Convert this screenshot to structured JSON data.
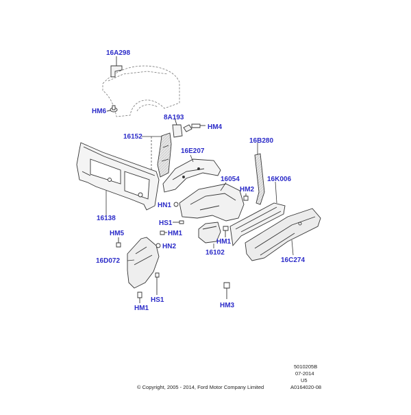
{
  "callouts": {
    "16A298": "16A298",
    "HM6": "HM6",
    "8A193": "8A193",
    "HM4": "HM4",
    "16152": "16152",
    "16E207": "16E207",
    "16B280": "16B280",
    "16054": "16054",
    "HM2": "HM2",
    "16K006": "16K006",
    "HN1": "HN1",
    "16138": "16138",
    "HS1_upper": "HS1",
    "HM1_mid": "HM1",
    "HM5": "HM5",
    "HN2": "HN2",
    "16D072": "16D072",
    "HM1_right": "HM1",
    "16102": "16102",
    "16C274": "16C274",
    "HS1_lower": "HS1",
    "HM1_lower": "HM1",
    "HM3": "HM3"
  },
  "footer": {
    "copyright": "© Copyright, 2005 - 2014, Ford Motor Company Limited",
    "ref_line1": "5010205B",
    "ref_line2": "07-2014",
    "ref_line3": "U5",
    "ref_line4": "A0164020-08"
  },
  "colors": {
    "callout_text": "#2b2bc8",
    "line_art": "#333333",
    "footer_text": "#222222"
  }
}
